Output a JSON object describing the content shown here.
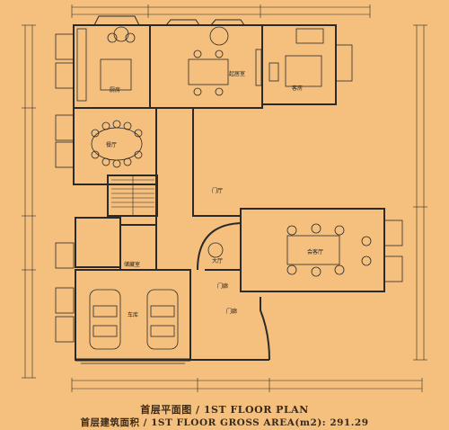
{
  "title": "首层平面图 / 1ST FLOOR PLAN",
  "gross_area": "首层建筑面积 / 1ST FLOOR GROSS AREA(m2): 291.29",
  "rooms": {
    "kitchen": "厨房",
    "living": "起居室",
    "bedroom": "客房",
    "dining": "餐厅",
    "foyer": "门厅",
    "hall": "大厅",
    "lounge": "会客厅",
    "garage": "车库",
    "storage": "储藏室",
    "porch": "门廊",
    "porch2": "门廊"
  },
  "colors": {
    "background": "#f5c07e",
    "line": "#2a2a2a"
  }
}
